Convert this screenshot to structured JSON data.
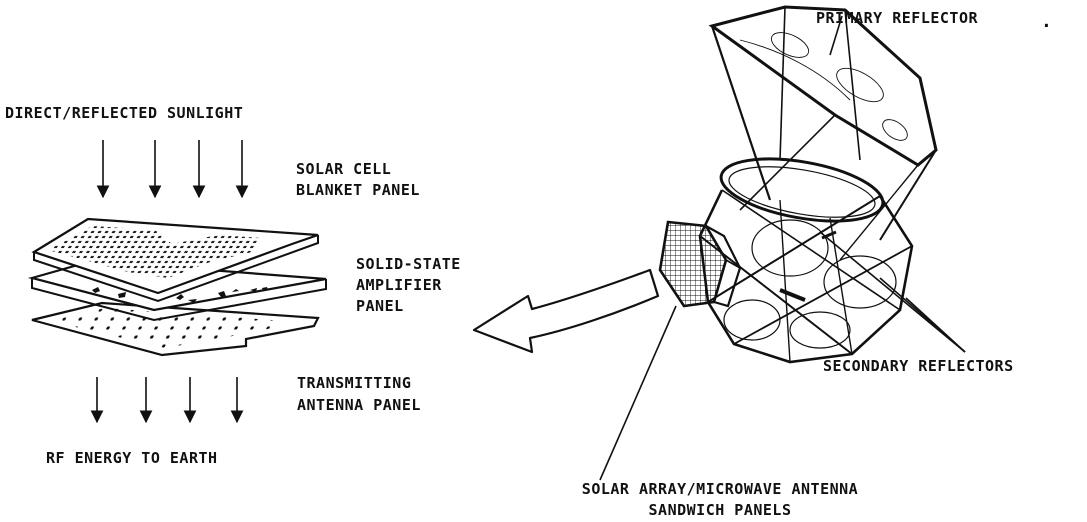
{
  "labels": {
    "sunlight": "DIRECT/REFLECTED SUNLIGHT",
    "solar_cell_1": "SOLAR CELL",
    "solar_cell_2": "BLANKET PANEL",
    "amp_1": "SOLID-STATE",
    "amp_2": "AMPLIFIER",
    "amp_3": "PANEL",
    "tx_1": "TRANSMITTING",
    "tx_2": "ANTENNA PANEL",
    "rf": "RF ENERGY TO EARTH",
    "primary": "PRIMARY REFLECTOR",
    "secondary": "SECONDARY REFLECTORS",
    "array_1": "SOLAR ARRAY/MICROWAVE ANTENNA",
    "array_2": "SANDWICH PANELS"
  },
  "colors": {
    "ink": "#111111",
    "background": "#ffffff"
  }
}
